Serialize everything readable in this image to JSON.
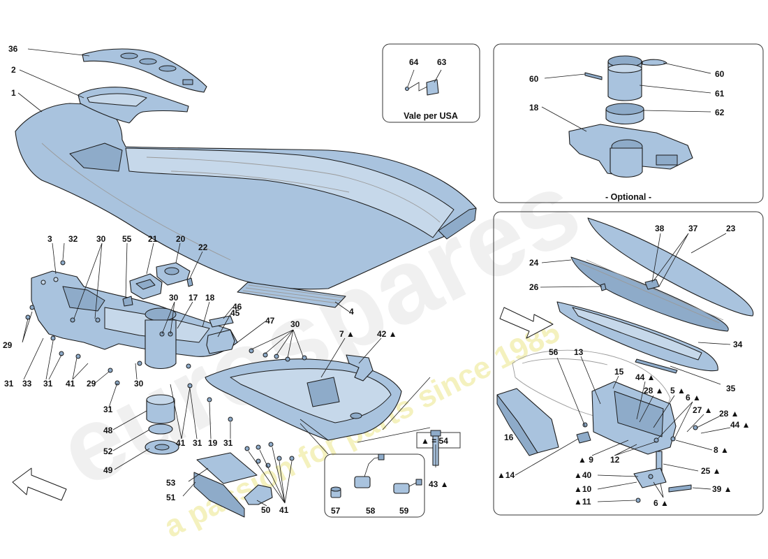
{
  "callouts": {
    "c1": "1",
    "c2": "2",
    "c36": "36",
    "c3": "3",
    "c32": "32",
    "c30a": "30",
    "c55": "55",
    "c21": "21",
    "c20": "20",
    "c22": "22",
    "c30b": "30",
    "c17": "17",
    "c18a": "18",
    "c46": "46",
    "c45": "45",
    "c47": "47",
    "c30c": "30",
    "c4": "4",
    "c7": "7 ▲",
    "c42": "42 ▲",
    "c29a": "29",
    "c31a": "31",
    "c33": "33",
    "c31b": "31",
    "c41a": "41",
    "c29b": "29",
    "c30d": "30",
    "c31c": "31",
    "c48": "48",
    "c52": "52",
    "c49": "49",
    "c41b": "41",
    "c31d": "31",
    "c19": "19",
    "c31e": "31",
    "c53": "53",
    "c51": "51",
    "c50": "50",
    "c41c": "41",
    "c57": "57",
    "c58": "58",
    "c59": "59",
    "c54": "▲ = 54",
    "c43": "43 ▲",
    "c64": "64",
    "c63": "63",
    "c60a": "60",
    "c60b": "60",
    "c61": "61",
    "c62": "62",
    "c18b": "18",
    "c38": "38",
    "c37": "37",
    "c23": "23",
    "c24": "24",
    "c26": "26",
    "c34": "34",
    "c35": "35",
    "c56": "56",
    "c13": "13",
    "c15": "15",
    "c44a": "44 ▲",
    "c28a": "28 ▲",
    "c5": "5 ▲",
    "c6a": "6 ▲",
    "c27": "27 ▲",
    "c28b": "28 ▲",
    "c44b": "44 ▲",
    "c16": "16",
    "c8": "8 ▲",
    "c9": "▲ 9",
    "c12": "12",
    "c25": "25 ▲",
    "c14": "▲14",
    "c40": "▲40",
    "c10": "▲10",
    "c11": "▲11",
    "c6b": "6 ▲",
    "c39": "39 ▲"
  },
  "captions": {
    "usa": "Vale per USA",
    "optional": "- Optional -"
  },
  "watermark": {
    "brand": "eurospares",
    "tagline": "a passion for parts since 1985"
  },
  "colors": {
    "part_fill": "#a9c3de",
    "outline": "#1a1a1a",
    "watermark": "#ececec",
    "watermark_tagline": "#f3f0b8"
  }
}
